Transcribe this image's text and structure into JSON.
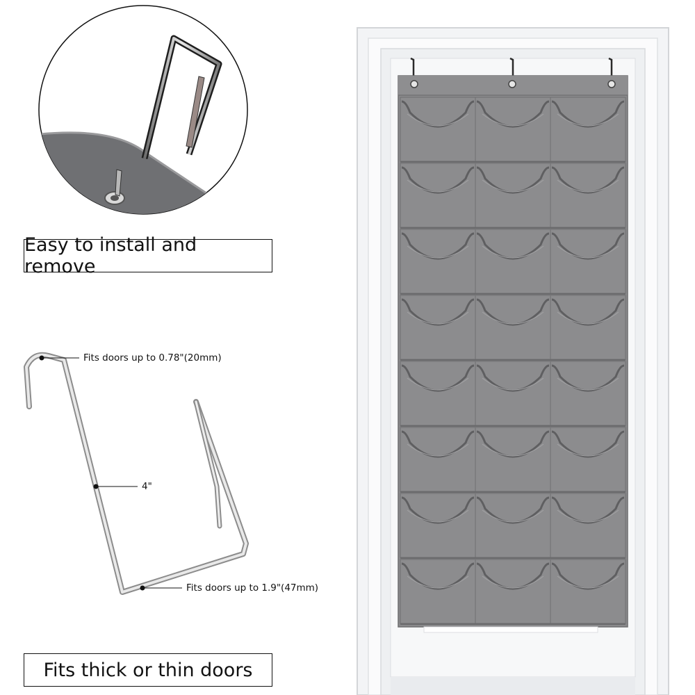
{
  "captions": {
    "install": "Easy to install and remove",
    "doors": "Fits thick or thin doors"
  },
  "callouts": {
    "top": "Fits doors up to 0.78\"(20mm)",
    "middle": "4\"",
    "bottom": "Fits doors up to 1.9\"(47mm)"
  },
  "organizer": {
    "rows": 8,
    "columns": 3,
    "color": "#8a8a8c"
  }
}
